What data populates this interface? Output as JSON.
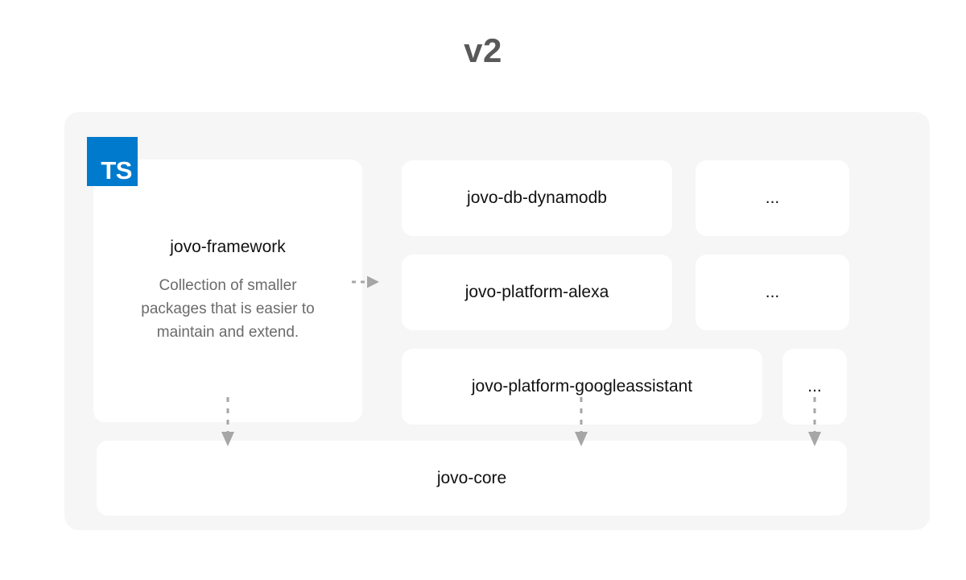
{
  "title": "v2",
  "logo": {
    "name": "typescript-logo",
    "label": "TS",
    "color": "#007acc"
  },
  "framework": {
    "title": "jovo-framework",
    "description": "Collection of smaller packages that is easier to maintain and extend."
  },
  "packages": {
    "row1": [
      {
        "label": "jovo-db-dynamodb"
      },
      {
        "label": "..."
      }
    ],
    "row2": [
      {
        "label": "jovo-platform-alexa"
      },
      {
        "label": "..."
      }
    ],
    "row3": [
      {
        "label": "jovo-platform-googleassistant"
      },
      {
        "label": "..."
      }
    ]
  },
  "core": {
    "label": "jovo-core"
  },
  "arrows": {
    "framework_to_packages": "dashed-arrow-right",
    "framework_to_core": "dashed-arrow-down",
    "packages_to_core": "dashed-arrow-down",
    "ellipsis_to_core": "dashed-arrow-down",
    "color": "#a6a6a6"
  },
  "colors": {
    "page_background": "#ffffff",
    "panel_background": "#f6f6f6",
    "card_background": "#ffffff",
    "title_text": "#595959",
    "body_text": "#111111",
    "muted_text": "#6b6b6b",
    "typescript_blue": "#007acc"
  }
}
